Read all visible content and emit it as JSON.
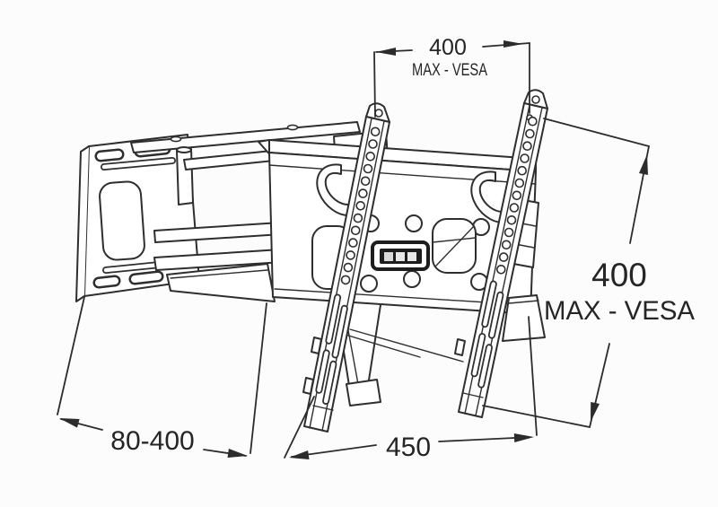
{
  "figure": {
    "background_color": "#fcfcfc",
    "line_color": "#2e2e2e",
    "description": "Technical line drawing of an articulating full-motion TV wall mount with tilting VESA rails"
  },
  "annotations": {
    "top": {
      "value": "400",
      "label": "MAX - VESA"
    },
    "right": {
      "value": "400",
      "label": "MAX - VESA"
    },
    "bottom_left": {
      "value": "80-400"
    },
    "bottom_center": {
      "value": "450"
    }
  }
}
